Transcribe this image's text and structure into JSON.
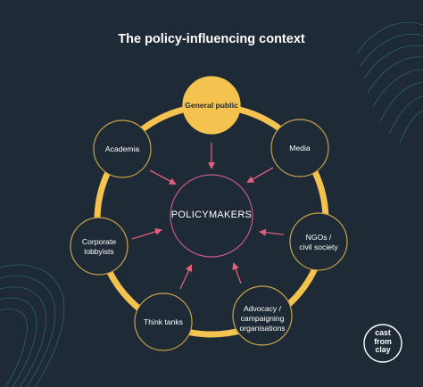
{
  "title": "The policy-influencing context",
  "center": "POLICYMAKERS",
  "actors": [
    "General public",
    "Media",
    "NGOs /\ncivil society",
    "Advocacy /\ncampaigning\norganisations",
    "Think tanks",
    "Corporate\nlobbyists",
    "Academia"
  ],
  "logo": "cast\nfrom\nclay",
  "colors": {
    "background": "#1e2a36",
    "ring": "#f4c24f",
    "circle_stroke": "#c9a24a",
    "arrow": "#e0607a",
    "center_stroke": "#c85a8a",
    "contour": "#2f6f6a"
  }
}
